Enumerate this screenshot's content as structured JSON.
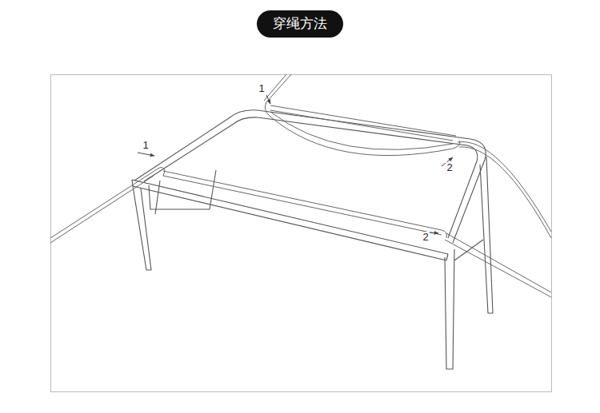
{
  "diagram": {
    "title": "穿绳方法",
    "labels": [
      "1",
      "1",
      "2",
      "2"
    ]
  }
}
